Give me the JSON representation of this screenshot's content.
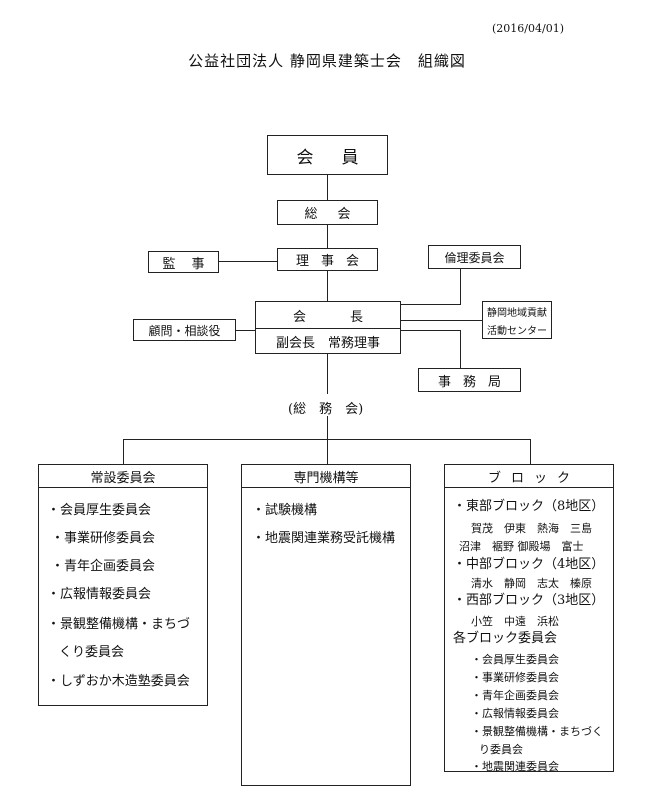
{
  "date": "(2016/04/01)",
  "title": "公益社団法人 静岡県建築士会　組織図",
  "nodes": {
    "members": "会員",
    "general_meeting": "総会",
    "board": "理事会",
    "auditor": "監事",
    "ethics": "倫理委員会",
    "president": "会長",
    "vice": "副会長　常務理事",
    "advisors": "顧問・相談役",
    "regional_center_1": "静岡地域貢献",
    "regional_center_2": "活動センター",
    "office": "事務局",
    "general_affairs": "(総　務　会)"
  },
  "standing": {
    "header": "常設委員会",
    "items": [
      "・会員厚生委員会",
      "・事業研修委員会",
      "・青年企画委員会",
      "・広報情報委員会",
      "・景観整備機構・まちづ",
      "くり委員会",
      "・しずおか木造塾委員会"
    ]
  },
  "specialized": {
    "header": "専門機構等",
    "items": [
      "・試験機構",
      "・地震関連業務受託機構"
    ]
  },
  "blocks": {
    "header": "ブロック",
    "east": "・東部ブロック（8地区）",
    "east_d1": "賀茂　伊東　熱海　三島",
    "east_d2": "沼津　裾野 御殿場　富士",
    "central": "・中部ブロック（4地区）",
    "central_d": "清水　静岡　志太　榛原",
    "west": "・西部ブロック（3地区）",
    "west_d": "小笠　中遠　浜松",
    "committees_title": "各ブロック委員会",
    "committees": [
      "・会員厚生委員会",
      "・事業研修委員会",
      "・青年企画委員会",
      "・広報情報委員会",
      "・景観整備機構・まちづく",
      "り委員会",
      "・地震関連委員会"
    ]
  }
}
